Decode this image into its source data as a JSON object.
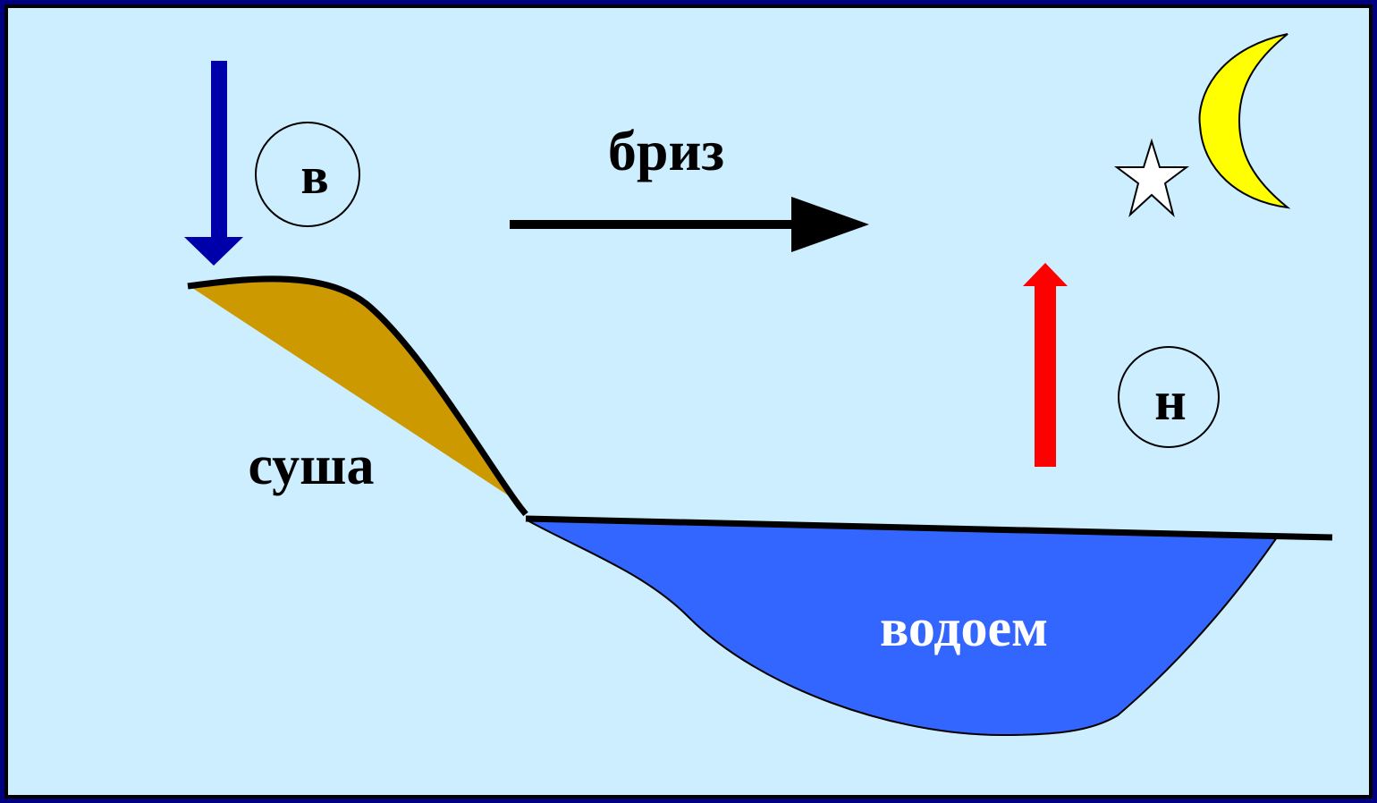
{
  "labels": {
    "breeze": "бриз",
    "land": "суша",
    "water_body": "водоем",
    "high_pressure": "в",
    "low_pressure": "н"
  },
  "colors": {
    "frame": "#000080",
    "sky": "#CCEEFF",
    "land": "#CC9900",
    "water": "#3366FF",
    "down_arrow": "#0000AA",
    "up_arrow": "#FF0000",
    "moon": "#FFFF00",
    "star": "#FFFFFF",
    "outline": "#000000"
  },
  "icons": [
    "down-arrow-icon",
    "breeze-arrow-icon",
    "up-arrow-icon",
    "moon-icon",
    "star-icon"
  ]
}
